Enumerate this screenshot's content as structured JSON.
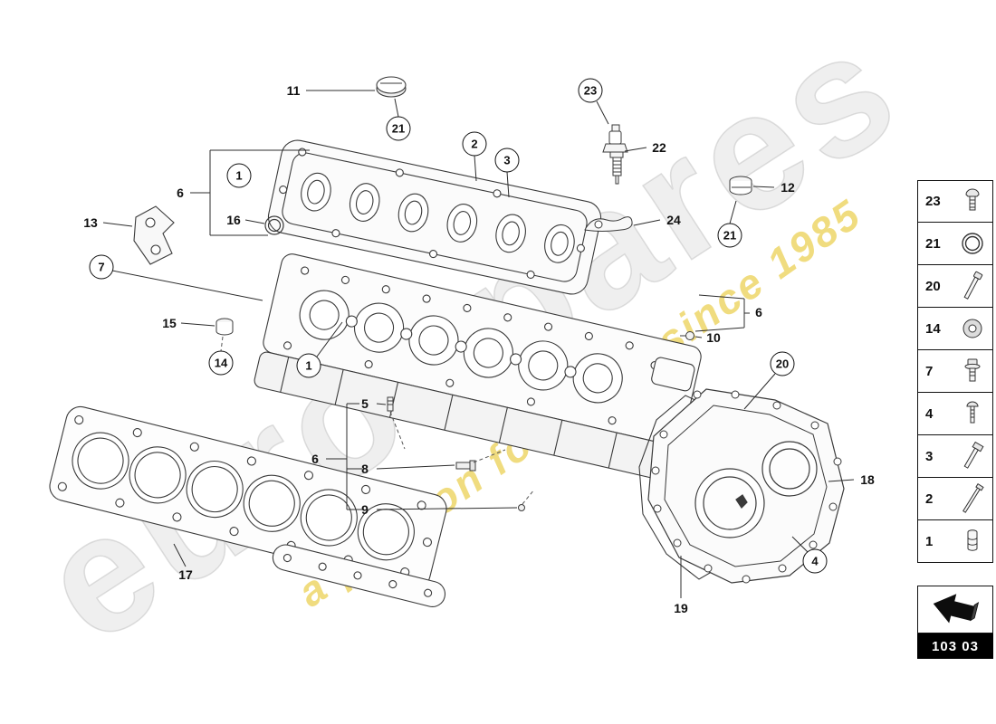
{
  "watermark": {
    "brand": "eurospares",
    "slogan": "a passion for parts since 1985",
    "brand_color": "#d0d0d0",
    "slogan_color": "#e7c730"
  },
  "callouts": [
    {
      "label": "11",
      "shape": "plain"
    },
    {
      "label": "21",
      "shape": "circled"
    },
    {
      "label": "1",
      "shape": "circled"
    },
    {
      "label": "6",
      "shape": "plain"
    },
    {
      "label": "13",
      "shape": "plain"
    },
    {
      "label": "16",
      "shape": "plain"
    },
    {
      "label": "7",
      "shape": "circled"
    },
    {
      "label": "15",
      "shape": "plain"
    },
    {
      "label": "14",
      "shape": "circled"
    },
    {
      "label": "1",
      "shape": "circled"
    },
    {
      "label": "2",
      "shape": "circled"
    },
    {
      "label": "3",
      "shape": "circled"
    },
    {
      "label": "23",
      "shape": "circled"
    },
    {
      "label": "22",
      "shape": "plain"
    },
    {
      "label": "24",
      "shape": "plain"
    },
    {
      "label": "21",
      "shape": "circled"
    },
    {
      "label": "12",
      "shape": "plain"
    },
    {
      "label": "6",
      "shape": "plain"
    },
    {
      "label": "10",
      "shape": "plain"
    },
    {
      "label": "20",
      "shape": "circled"
    },
    {
      "label": "5",
      "shape": "plain"
    },
    {
      "label": "6",
      "shape": "plain"
    },
    {
      "label": "8",
      "shape": "plain"
    },
    {
      "label": "9",
      "shape": "plain"
    },
    {
      "label": "17",
      "shape": "plain"
    },
    {
      "label": "18",
      "shape": "plain"
    },
    {
      "label": "4",
      "shape": "circled"
    },
    {
      "label": "19",
      "shape": "plain"
    }
  ],
  "sidebar": {
    "items": [
      {
        "label": "23",
        "icon": "screw-icon"
      },
      {
        "label": "21",
        "icon": "o-ring-icon"
      },
      {
        "label": "20",
        "icon": "long-bolt-icon"
      },
      {
        "label": "14",
        "icon": "washer-icon"
      },
      {
        "label": "7",
        "icon": "flange-bolt-icon"
      },
      {
        "label": "4",
        "icon": "pan-screw-icon"
      },
      {
        "label": "3",
        "icon": "hex-bolt-icon"
      },
      {
        "label": "2",
        "icon": "stud-icon"
      },
      {
        "label": "1",
        "icon": "dowel-sleeve-icon"
      }
    ]
  },
  "footer": {
    "code": "103 03"
  }
}
